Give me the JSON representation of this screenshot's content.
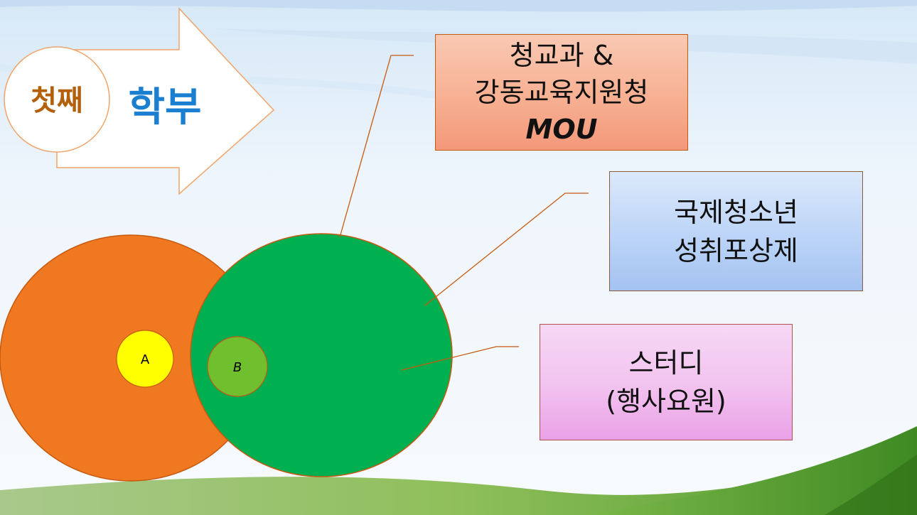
{
  "title": {
    "order_label": "첫째",
    "heading": "학부"
  },
  "venn": {
    "small_circle_a": "A",
    "small_circle_b": "B"
  },
  "callouts": {
    "mou": {
      "lines": [
        "청교과 &",
        "강동교육지원청",
        "MOU"
      ]
    },
    "award": {
      "lines": [
        "국제청소년",
        "성취포상제"
      ]
    },
    "study": {
      "lines": [
        "스터디",
        "(행사요원)"
      ]
    }
  },
  "colors": {
    "sky": "#e9f2fb",
    "orange_circle": "#f07820",
    "green_circle": "#00b050",
    "circle_a_fill": "#ffff00",
    "circle_b_fill": "#6fbf2f",
    "connector": "#c55a11",
    "order_label_color": "#b35f0b",
    "heading_color": "#1a7fd1",
    "grass": "#5fa334"
  }
}
